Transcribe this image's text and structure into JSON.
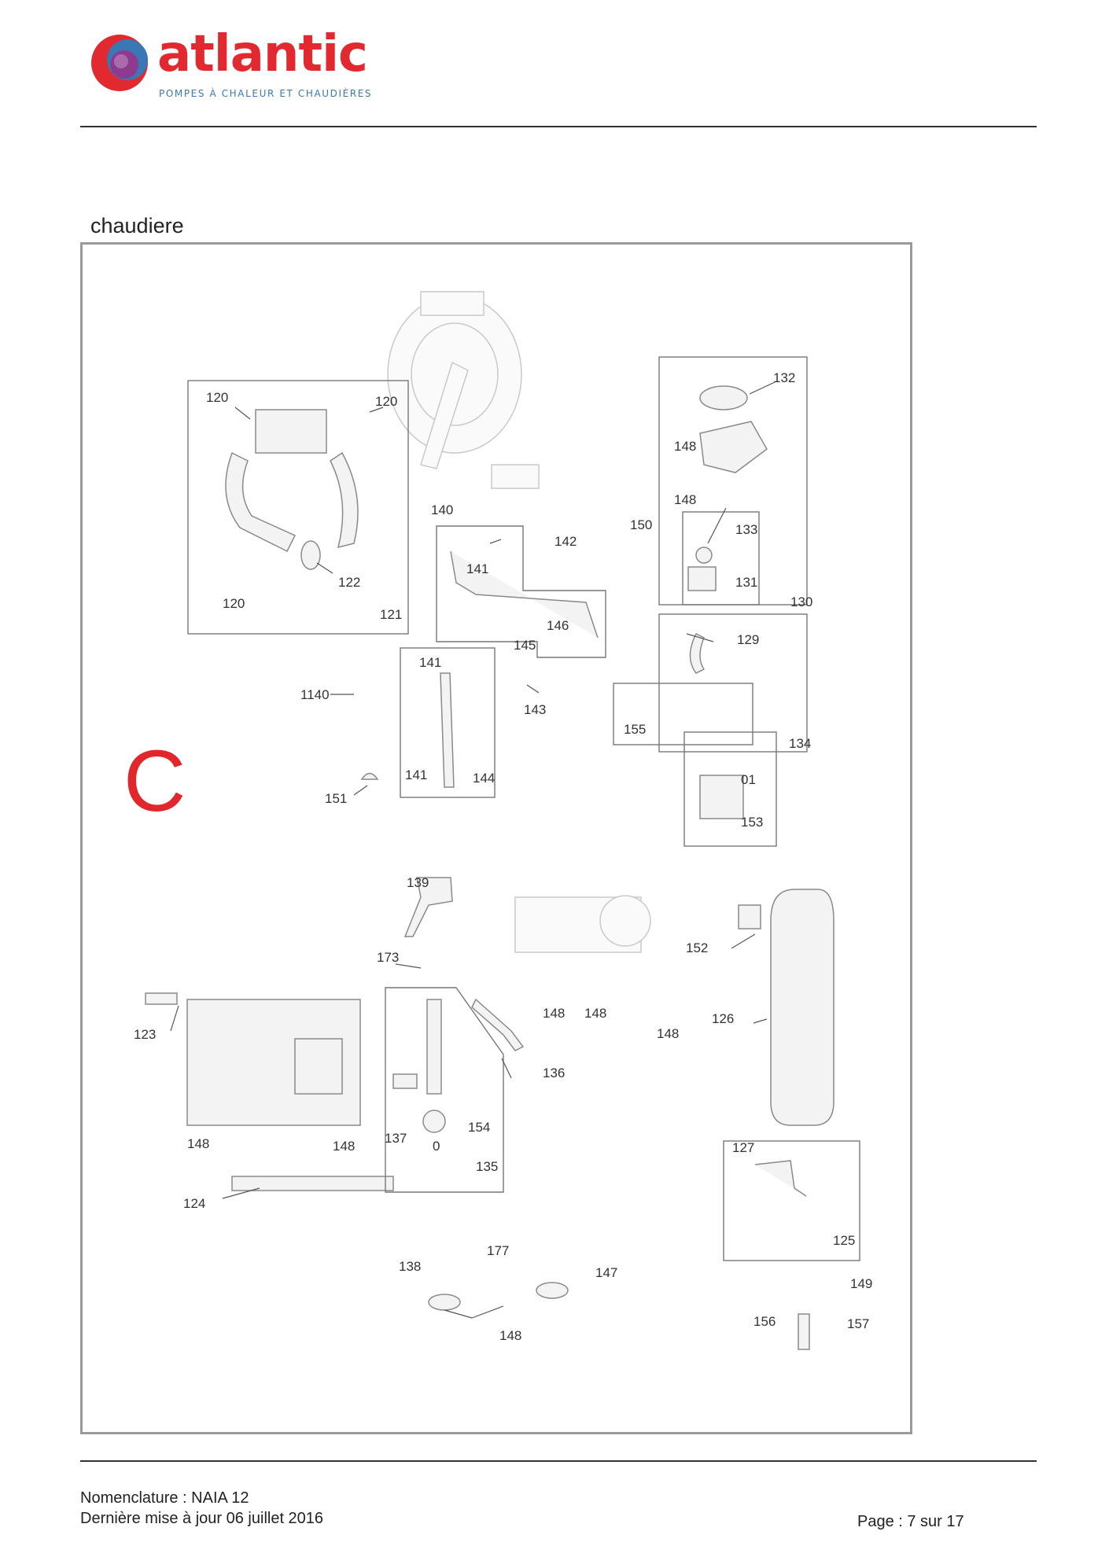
{
  "brand": {
    "name": "atlantic",
    "tagline": "POMPES À CHALEUR ET CHAUDIÈRES"
  },
  "section_title": "chaudiere",
  "diagram": {
    "section_letter": "C",
    "callouts": [
      "120",
      "120",
      "120",
      "122",
      "121",
      "140",
      "142",
      "141",
      "150",
      "146",
      "145",
      "132",
      "148",
      "148",
      "133",
      "131",
      "130",
      "141",
      "1140",
      "143",
      "144",
      "141",
      "151",
      "129",
      "155",
      "134",
      "01",
      "153",
      "139",
      "173",
      "152",
      "123",
      "148",
      "148",
      "126",
      "136",
      "137",
      "154",
      "0",
      "135",
      "148",
      "148",
      "124",
      "148",
      "127",
      "125",
      "177",
      "138",
      "147",
      "148",
      "149",
      "156",
      "157"
    ]
  },
  "footer": {
    "nomenclature": "Nomenclature : NAIA 12",
    "updated": "Dernière mise à jour 06 juillet 2016",
    "page": "Page : 7 sur 17"
  },
  "colors": {
    "brand_red": "#e1292f",
    "brand_blue": "#3a78b5",
    "section_letter": "#e2262b"
  }
}
